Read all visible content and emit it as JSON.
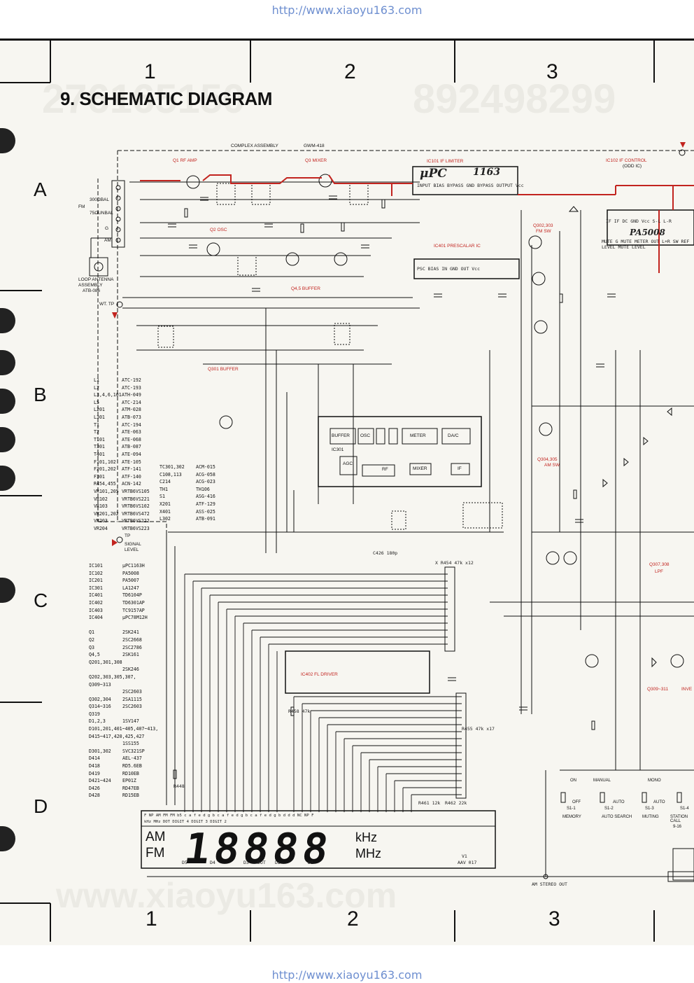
{
  "watermark_url": "http://www.xiaoyu163.com",
  "faint_numbers": [
    "276165150",
    "892498299"
  ],
  "faint_url": "www.xiaoyu163.com",
  "title": "9. SCHEMATIC DIAGRAM",
  "grid_columns": [
    "1",
    "2",
    "3"
  ],
  "grid_rows": [
    "A",
    "B",
    "C",
    "D"
  ],
  "assembly": {
    "label": "COMPLEX ASSEMBLY",
    "code": "GWM-418"
  },
  "stages": {
    "q1": "Q1  RF AMP",
    "q3": "Q3  MIXER",
    "q2": "Q2  OSC",
    "q45": "Q4,5  BUFFER",
    "q301": "Q301  BUFFER",
    "ic101": "IC101  IF LIMITER",
    "ic401": "IC401  PRESCALAR  IC",
    "ic102": "IC102  IF  CONTROL",
    "ic102_sub": "(ODD IC)",
    "q302": "Q302,303",
    "q302_sub": "FM SW",
    "q304": "Q304,305",
    "q304_sub": "AM SW",
    "q307": "Q307,308",
    "q307_sub": "LPF",
    "q309": "Q309~311",
    "q309_sub": "INVE",
    "ic402": "IC402   FL DRIVER",
    "ic301": "IC301"
  },
  "antenna": {
    "ohm300": "300ΩBAL",
    "fm": "FM",
    "ohm75": "75ΩUNBAL",
    "g": "G",
    "am": "AM",
    "loop": "LOOP ANTENNA",
    "loop2": "ASSEMBLY",
    "loop3": "ATB-086",
    "wt_tp": "WT. TP",
    "tp": "TP",
    "signal": "SIGNAL",
    "level": "LEVEL"
  },
  "ic_blocks": {
    "buffer": "BUFFER",
    "osc": "OSC",
    "meter": "METER",
    "dacc": "DA/C",
    "agc": "AGC",
    "rf": "RF",
    "mixer": "MIXER",
    "if": "IF"
  },
  "ic_chip_labels": {
    "ic101_pins": "INPUT  BIAS BYPASS   GND   BYPASS   OUTPUT  Vcc",
    "ic401_pins": "PSC  BIAS  IN   GND  OUT  Vcc",
    "ic102_pins": "IF   IF   DC   GND  Vcc  S-L   L-R",
    "ic102_pins2": "MUTE  G   MUTE  METER OUT  L+R  SW  REF",
    "ic102_pins3": "LEVEL MUTE  LEVEL"
  },
  "handwritten": {
    "upc": "μPC",
    "n1163": "1163",
    "pa5008": "PA5008"
  },
  "coil_list": [
    [
      "L1",
      "ATC-192"
    ],
    [
      "L2",
      "ATC-193"
    ],
    [
      "L3,4,6,101",
      "ATH-049"
    ],
    [
      "L5",
      "ATC-214"
    ],
    [
      "L201",
      "ATM-028"
    ],
    [
      "L301",
      "ATB-073"
    ],
    [
      "T1",
      "ATC-194"
    ],
    [
      "T2",
      "ATE-063"
    ],
    [
      "T101",
      "ATE-068"
    ],
    [
      "T301",
      "ATB-087"
    ],
    [
      "T401",
      "ATE-094"
    ],
    [
      "F101,102",
      "ATE-105"
    ],
    [
      "F201,202",
      "ATF-141"
    ],
    [
      "F301",
      "ATF-140"
    ],
    [
      "R454,455",
      "ACN-142"
    ],
    [
      "VR101,205",
      "VRTB6VS105"
    ],
    [
      "VR102",
      "VRTB6VS221"
    ],
    [
      "VR103",
      "VRTB6VS102"
    ],
    [
      "VR201,202",
      "VRTB6VS472"
    ],
    [
      "VR203",
      "VRTB6VS222"
    ],
    [
      "VR204",
      "VRTB6VS223"
    ]
  ],
  "coil_list_right": [
    [
      "TC301,302",
      "ACM-015"
    ],
    [
      "C108,113",
      "ACG-058"
    ],
    [
      "C214",
      "ACG-023"
    ],
    [
      "TH1",
      "TH106"
    ],
    [
      "S1",
      "ASG-416"
    ],
    [
      "X201",
      "ATF-129"
    ],
    [
      "X401",
      "ASS-025"
    ],
    [
      "L302",
      "ATB-091"
    ]
  ],
  "semi_list": [
    [
      "IC101",
      "μPC1163H"
    ],
    [
      "IC102",
      "PA5008"
    ],
    [
      "IC201",
      "PA5007"
    ],
    [
      "IC301",
      "LA1247"
    ],
    [
      "IC401",
      "TD6104P"
    ],
    [
      "IC402",
      "TD6301AP"
    ],
    [
      "IC403",
      "TC9157AP"
    ],
    [
      "IC404",
      "μPC78M12H"
    ],
    [
      "",
      ""
    ],
    [
      "Q1",
      "2SK241"
    ],
    [
      "Q2",
      "2SC2668"
    ],
    [
      "Q3",
      "2SC2786"
    ],
    [
      "Q4,5",
      "2SK161"
    ],
    [
      "Q201,301,308",
      ""
    ],
    [
      "",
      "2SK246"
    ],
    [
      "Q202,303,305,307,",
      ""
    ],
    [
      "Q309~313",
      ""
    ],
    [
      "",
      "2SC2603"
    ],
    [
      "Q302,304",
      "2SA1115"
    ],
    [
      "Q314~316",
      "2SC2603"
    ],
    [
      "Q319",
      ""
    ],
    [
      "D1,2,3",
      "1SV147"
    ],
    [
      "D101,201,401~405,407~413,",
      ""
    ],
    [
      "D415~417,420,425,427",
      ""
    ],
    [
      "",
      "1SS155"
    ],
    [
      "D301,302",
      "SVC321SP"
    ],
    [
      "D414",
      "AEL-437"
    ],
    [
      "D418",
      "RD5.6EB"
    ],
    [
      "D419",
      "RD10EB"
    ],
    [
      "D421~424",
      "EP01Z"
    ],
    [
      "D426",
      "RD47EB"
    ],
    [
      "D428",
      "RD15EB"
    ]
  ],
  "display": {
    "am": "AM",
    "fm": "FM",
    "digits": "18888",
    "khz": "kHz",
    "mhz": "MHz",
    "vi": "V1",
    "part": "AAV 017",
    "pin_labels": "F  NP  AM  FM  FM  b5  c   a   f   e   d   g   b   c   a   f   e   d   g   b   c   a   f   e   d   g   b   d   d   d   NC  NP  F",
    "pin_labels2": "kHz  MHz DOT              DIGIT 4                     DIGIT 3                 DIGIT 2",
    "digit_labels": [
      "D5",
      "D4",
      "D3",
      "DOT",
      "D2",
      "D1"
    ]
  },
  "switches": [
    {
      "label": "S1-1",
      "top": "ON",
      "bottom": "MEMORY",
      "sub": "OFF"
    },
    {
      "label": "S1-2",
      "top": "MANUAL",
      "bottom": "AUTO SEARCH",
      "sub": "AUTO"
    },
    {
      "label": "S1-3",
      "top": "MONO",
      "bottom": "MUTING",
      "sub": "AUTO"
    },
    {
      "label": "S1-4",
      "top": "",
      "bottom": "STATION CALL",
      "sub": "9-16"
    }
  ],
  "am_stereo_out": "AM STEREO OUT",
  "row_values": {
    "r454": "X R454  47k x12",
    "r455": "R455  47k x17",
    "c426": "C426 180p",
    "r458": "R458  47k",
    "r448": "R448",
    "r461": "R461 12k",
    "r462": "R462 22k"
  },
  "colors": {
    "accent": "#c2241f",
    "watermark": "#6e8fd0",
    "paper": "#f7f6f1",
    "ink": "#111111"
  }
}
